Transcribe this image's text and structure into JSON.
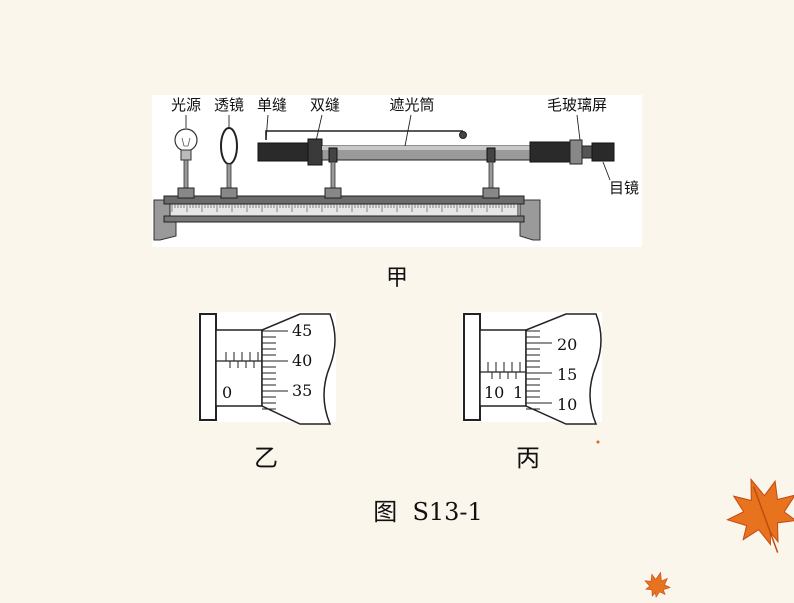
{
  "apparatus": {
    "labels": {
      "light_source": "光源",
      "lens": "透镜",
      "single_slit": "单缝",
      "double_slit": "双缝",
      "light_tube": "遮光筒",
      "frosted_screen": "毛玻璃屏",
      "eyepiece": "目镜"
    },
    "caption": "甲"
  },
  "micrometer_yi": {
    "ticks": [
      "45",
      "40",
      "35"
    ],
    "main_scale": "0",
    "caption": "乙"
  },
  "micrometer_bing": {
    "ticks": [
      "20",
      "15",
      "10"
    ],
    "main_scale_a": "10",
    "main_scale_b": "1",
    "caption": "丙"
  },
  "figure_caption": "图  S13-1",
  "colors": {
    "background": "#fbf6ec",
    "panel": "#ffffff",
    "ink": "#1a1a1a",
    "leaf_main": "#e8731e",
    "leaf_dark": "#c44a12"
  }
}
